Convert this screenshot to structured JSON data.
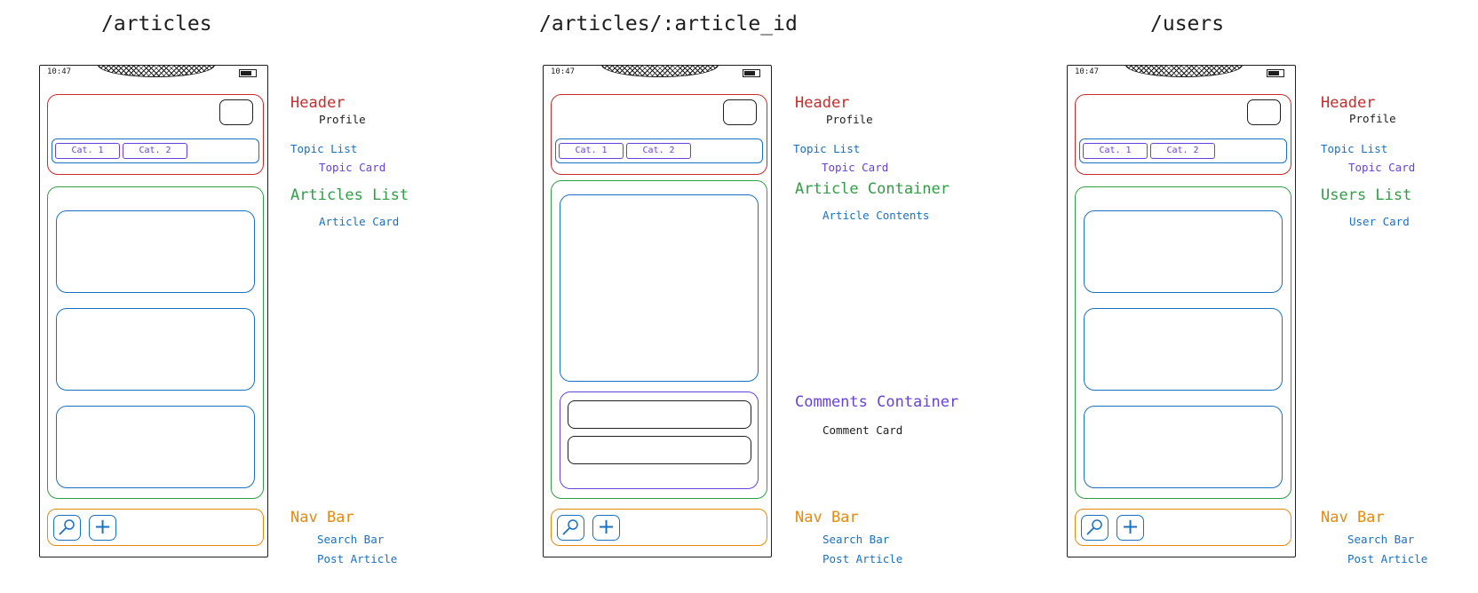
{
  "routes": [
    {
      "title": "/articles",
      "time": "10:47",
      "topics": [
        "Cat. 1",
        "Cat. 2"
      ],
      "labels": {
        "header": "Header",
        "profile": "Profile",
        "topic_list": "Topic List",
        "topic_card": "Topic Card",
        "content": "Articles List",
        "content_item": "Article Card",
        "nav_bar": "Nav Bar",
        "search_bar": "Search Bar",
        "post_article": "Post Article"
      }
    },
    {
      "title": "/articles/:article_id",
      "time": "10:47",
      "topics": [
        "Cat. 1",
        "Cat. 2"
      ],
      "labels": {
        "header": "Header",
        "profile": "Profile",
        "topic_list": "Topic List",
        "topic_card": "Topic Card",
        "content": "Article Container",
        "content_item": "Article Contents",
        "comments": "Comments Container",
        "comment_card": "Comment Card",
        "nav_bar": "Nav Bar",
        "search_bar": "Search Bar",
        "post_article": "Post Article"
      }
    },
    {
      "title": "/users",
      "time": "10:47",
      "topics": [
        "Cat. 1",
        "Cat. 2"
      ],
      "labels": {
        "header": "Header",
        "profile": "Profile",
        "topic_list": "Topic List",
        "topic_card": "Topic Card",
        "content": "Users List",
        "content_item": "User Card",
        "nav_bar": "Nav Bar",
        "search_bar": "Search Bar",
        "post_article": "Post Article"
      }
    }
  ],
  "colors": {
    "header": "#c92a2a",
    "topic_list": "#1971c2",
    "topic_card": "#6741d9",
    "content": "#2f9e44",
    "comments": "#6741d9",
    "nav_bar": "#e8890c"
  }
}
